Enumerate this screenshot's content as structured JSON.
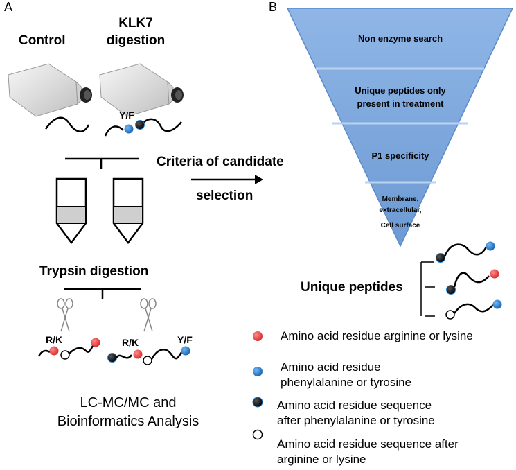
{
  "panel_a": {
    "letter": "A",
    "control_label": "Control",
    "klk7_label_line1": "KLK7",
    "klk7_label_line2": "digestion",
    "yf_top": "Y/F",
    "trypsin_label": "Trypsin digestion",
    "rk_left": "R/K",
    "rk_right": "R/K",
    "yf_bottom": "Y/F",
    "analysis_line1": "LC-MC/MC and",
    "analysis_line2": "Bioinformatics Analysis"
  },
  "arrow": {
    "line1": "Criteria of candidate",
    "line2": "selection"
  },
  "panel_b": {
    "letter": "B",
    "funnel_steps": [
      "Non enzyme search",
      "Unique peptides only",
      "present in treatment",
      "P1 specificity"
    ],
    "funnel_last": [
      "Membrane,",
      "extracellular,",
      "Cell surface"
    ],
    "unique_peptides_label": "Unique peptides"
  },
  "legend": [
    {
      "color": "#e23b3b",
      "type": "red-dot",
      "line1": "Amino acid residue arginine or lysine",
      "line2": ""
    },
    {
      "color": "#1f7ed0",
      "type": "blue-dot",
      "line1": "Amino acid residue",
      "line2": "phenylalanine or tyrosine"
    },
    {
      "color": "#000000",
      "type": "black-dot",
      "line1": "Amino acid residue sequence",
      "line2": "after phenylalanine or tyrosine"
    },
    {
      "color": "#ffffff",
      "type": "white-dot",
      "line1": "Amino acid residue sequence after",
      "line2": "arginine or lysine"
    }
  ],
  "colors": {
    "funnel_fill": "#7aa7dc",
    "funnel_edge": "#5b8bc9",
    "red": "#e23b3b",
    "blue": "#1f7ed0"
  }
}
